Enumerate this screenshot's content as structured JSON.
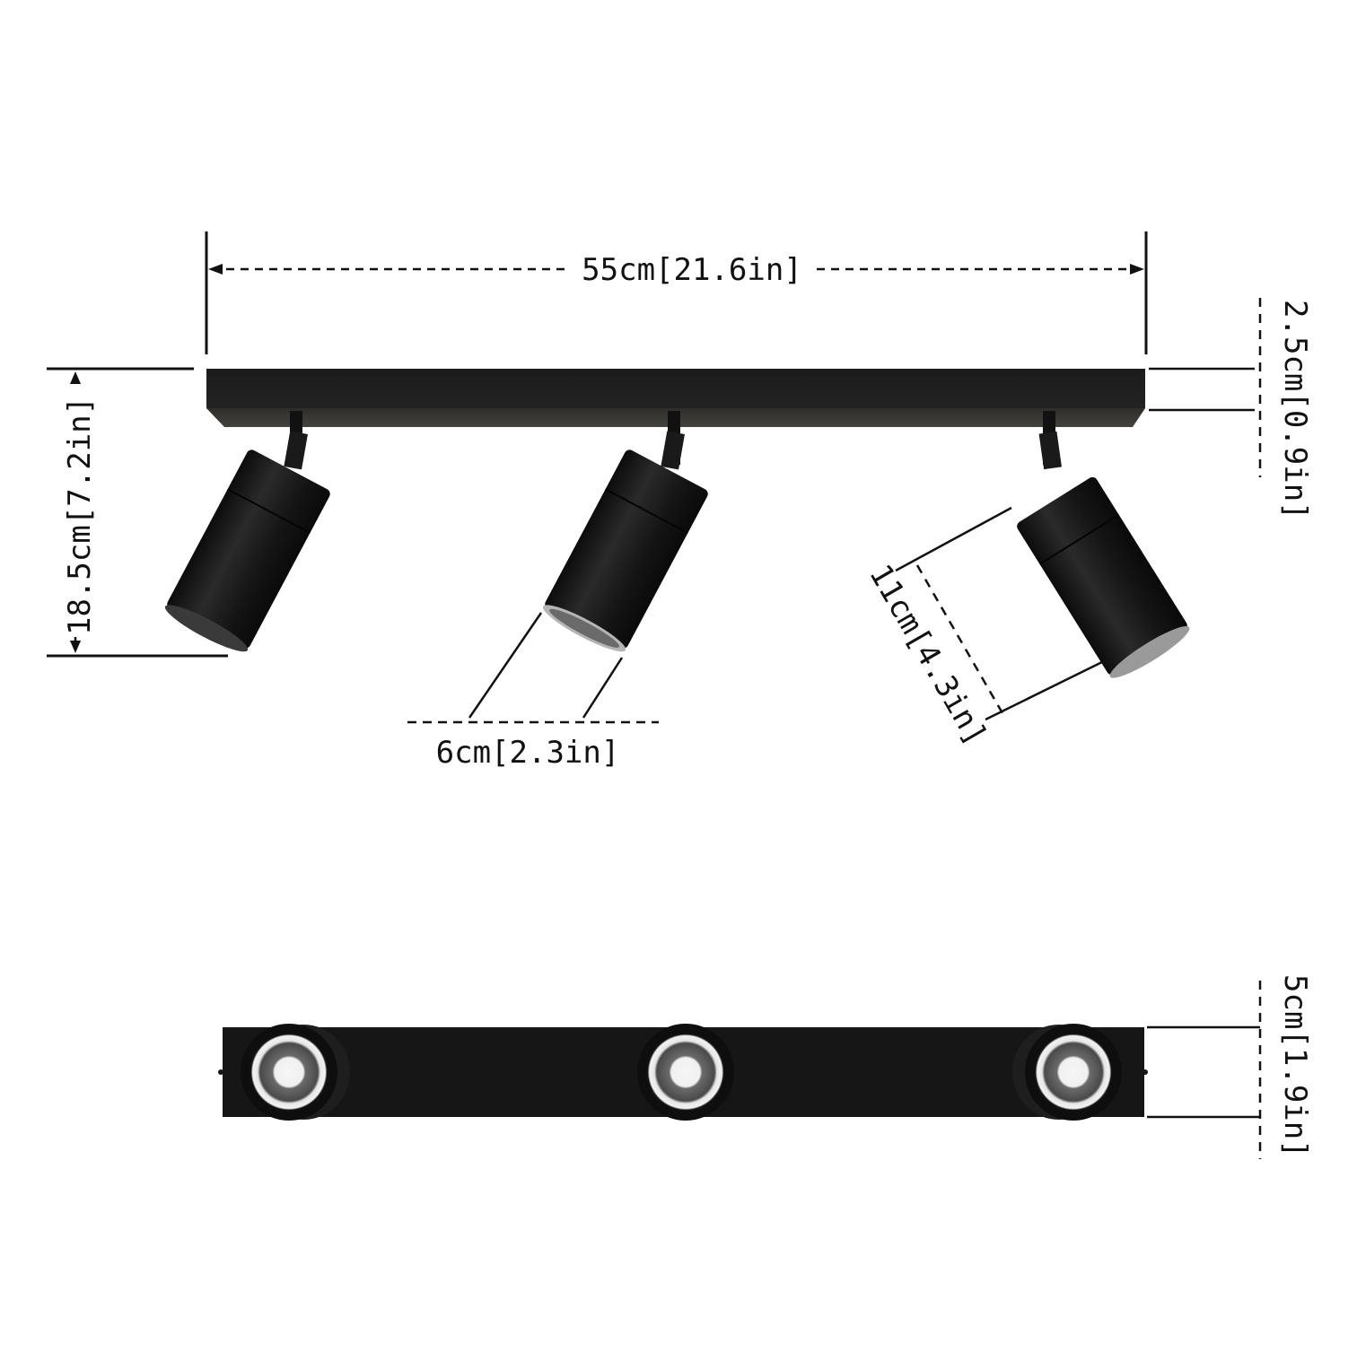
{
  "diagram": {
    "title": "Three-head ceiling spotlight bar dimensions",
    "colors": {
      "background": "#ffffff",
      "line": "#111111",
      "fixture_dark": "#141414",
      "fixture_mid": "#262626",
      "fixture_side": "#3a3835",
      "lens_ring": "#e8e8e8",
      "lens_inner": "#555555",
      "lens_center": "#f4f4f4"
    },
    "dimensions": {
      "overall_length": "55cm[21.6in]",
      "bar_thickness": "2.5cm[0.9in]",
      "overall_height": "18.5cm[7.2in]",
      "head_diameter": "6cm[2.3in]",
      "head_length": "11cm[4.3in]",
      "bar_width": "5cm[1.9in]"
    },
    "views": [
      {
        "name": "side-view",
        "heads": 3
      },
      {
        "name": "bottom-view",
        "heads": 3
      }
    ]
  }
}
